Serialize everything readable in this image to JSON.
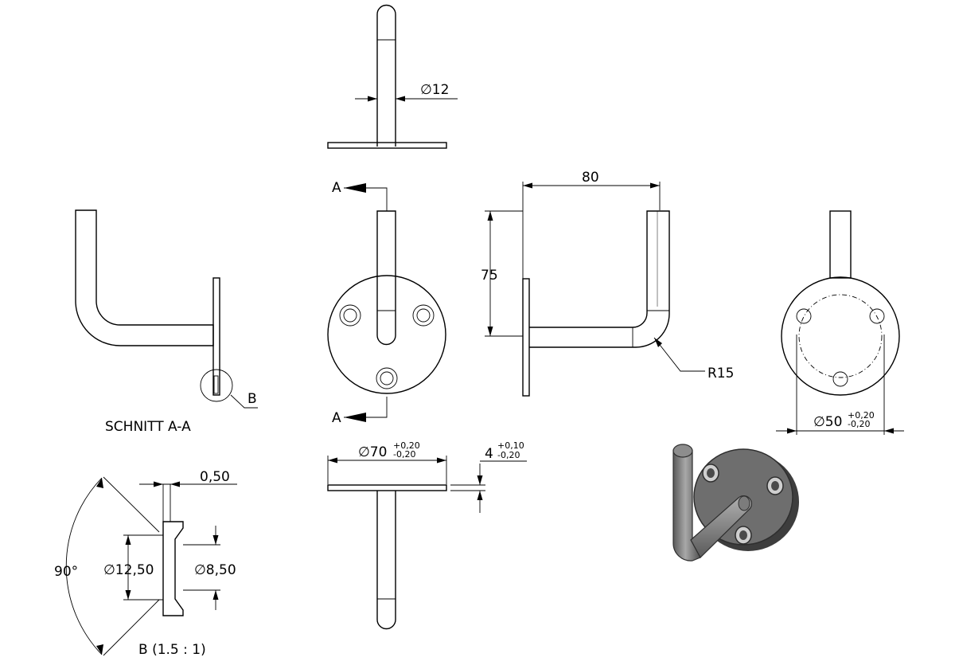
{
  "labels": {
    "dia_12": "∅12",
    "section_arrow_top": "A",
    "section_arrow_bottom": "A",
    "dim_80": "80",
    "dim_75": "75",
    "radius": "R15",
    "detail_marker": "B",
    "section_title": "SCHNITT A-A",
    "dim_050": "0,50",
    "angle": "90°",
    "dia_1250": "∅12,50",
    "dia_850": "∅8,50",
    "detail_title": "B (1.5 : 1)",
    "dia_70": "∅70",
    "dia_70_tol_plus": "+0,20",
    "dia_70_tol_minus": "-0,20",
    "thick_4": "4",
    "thick_4_tol_plus": "+0,10",
    "thick_4_tol_minus": "-0,20",
    "dia_50": "∅50",
    "dia_50_tol_plus": "+0,20",
    "dia_50_tol_minus": "-0,20"
  },
  "colors": {
    "line": "#000000",
    "render_body": "#707070",
    "render_dark": "#4a4a4a",
    "render_light": "#9a9a9a"
  }
}
